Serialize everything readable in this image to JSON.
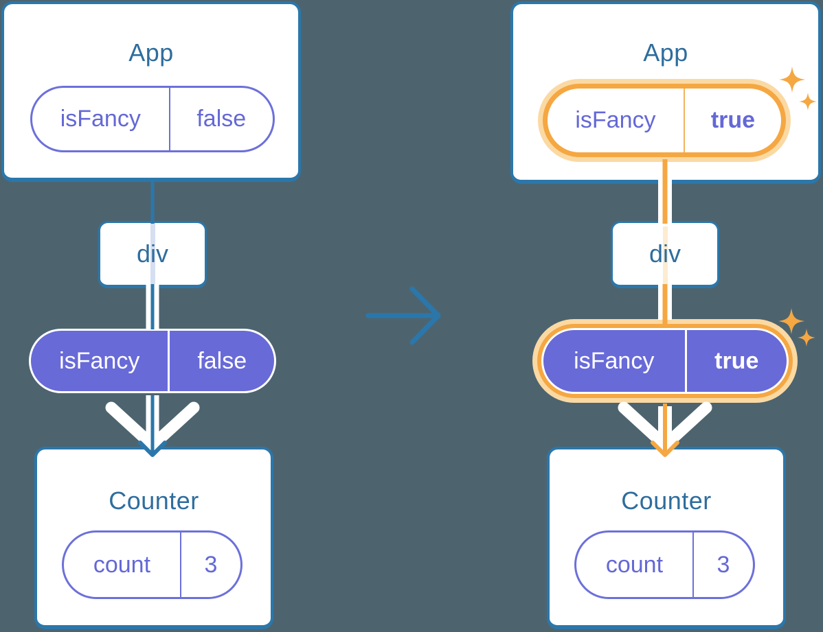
{
  "colors": {
    "background": "#4d646f",
    "teal_accent": "#2b77ab",
    "title_text": "#2e6d9d",
    "purple_outline": "#6c70da",
    "purple_fill": "#686ad8",
    "purple_text": "#6468d6",
    "highlight_orange": "#f5a742",
    "highlight_orange_light": "#fbd9a3",
    "white": "#ffffff"
  },
  "before": {
    "root_label": "App",
    "root_state": {
      "name": "isFancy",
      "value": "false"
    },
    "middle_label": "div",
    "prop": {
      "name": "isFancy",
      "value": "false"
    },
    "child_label": "Counter",
    "child_state": {
      "name": "count",
      "value": "3"
    }
  },
  "after": {
    "root_label": "App",
    "root_state": {
      "name": "isFancy",
      "value": "true"
    },
    "middle_label": "div",
    "prop": {
      "name": "isFancy",
      "value": "true"
    },
    "child_label": "Counter",
    "child_state": {
      "name": "count",
      "value": "3"
    }
  },
  "icons": {
    "transition_arrow": "right-arrow",
    "sparkles": "sparkle"
  }
}
